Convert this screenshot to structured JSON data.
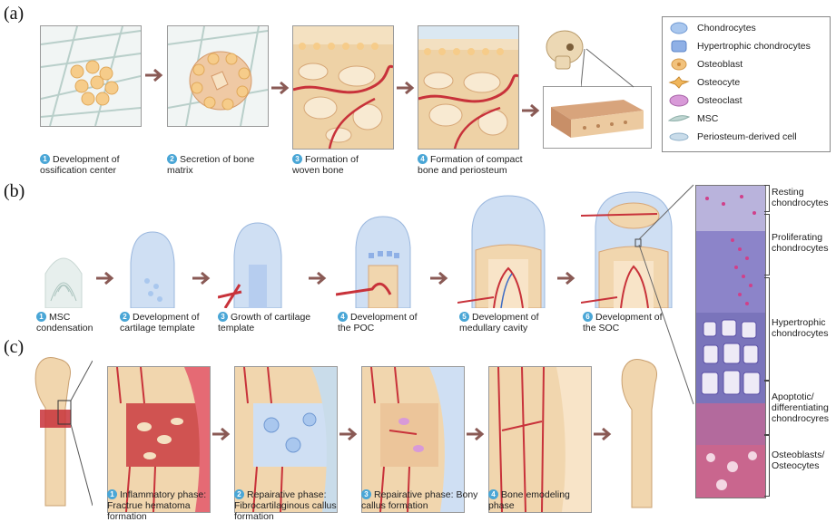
{
  "sections": {
    "a": "(a)",
    "b": "(b)",
    "c": "(c)"
  },
  "panel_a": {
    "steps": [
      {
        "num": "1",
        "label": "Development of ossification center"
      },
      {
        "num": "2",
        "label": "Secretion of bone matrix"
      },
      {
        "num": "3",
        "label": "Formation of woven bone"
      },
      {
        "num": "4",
        "label": "Formation of compact bone and periosteum"
      }
    ]
  },
  "legend": {
    "items": [
      {
        "label": "Chondrocytes",
        "icon": "chondrocyte-icon",
        "color": "#a9c7ee"
      },
      {
        "label": "Hypertrophic chondrocytes",
        "icon": "hypertrophic-chondrocyte-icon",
        "color": "#8fb0e6"
      },
      {
        "label": "Osteoblast",
        "icon": "osteoblast-icon",
        "color": "#f2c27c"
      },
      {
        "label": "Osteocyte",
        "icon": "osteocyte-icon",
        "color": "#f0b65c"
      },
      {
        "label": "Osteoclast",
        "icon": "osteoclast-icon",
        "color": "#d89ad8"
      },
      {
        "label": "MSC",
        "icon": "msc-icon",
        "color": "#bfd6d2"
      },
      {
        "label": "Periosteum-derived cell",
        "icon": "periosteum-cell-icon",
        "color": "#c9dcea"
      }
    ]
  },
  "panel_b": {
    "steps": [
      {
        "num": "1",
        "label": "MSC condensation"
      },
      {
        "num": "2",
        "label": "Development of cartilage template"
      },
      {
        "num": "3",
        "label": "Growth of cartilage template"
      },
      {
        "num": "4",
        "label": "Development of the POC"
      },
      {
        "num": "5",
        "label": "Development of medullary cavity"
      },
      {
        "num": "6",
        "label": "Development of the SOC"
      }
    ]
  },
  "histology": {
    "zones": [
      {
        "label": "Resting chondrocytes"
      },
      {
        "label": "Proliferating chondrocytes"
      },
      {
        "label": "Hypertrophic chondrocytes"
      },
      {
        "label": "Apoptotic/ differentiating chondrocyres"
      },
      {
        "label": "Osteoblasts/ Osteocytes"
      }
    ]
  },
  "panel_c": {
    "steps": [
      {
        "num": "1",
        "label": "Inflammatory phase: Fractrue hematoma formation"
      },
      {
        "num": "2",
        "label": "Repairative phase: Fibrocartilaginous callus formation"
      },
      {
        "num": "3",
        "label": "Repairative phase: Bony callus formation"
      },
      {
        "num": "4",
        "label": "Bone emodeling phase"
      }
    ]
  },
  "colors": {
    "arrow": "#8a5a55",
    "bone": "#f1d6ae",
    "bone_dark": "#e3b98a",
    "vessel": "#c8323a",
    "cartilage": "#cfdff3",
    "badge": "#4aa6d6"
  }
}
